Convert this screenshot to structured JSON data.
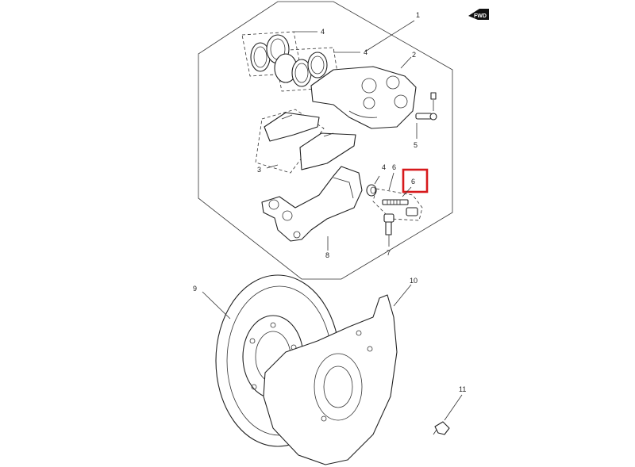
{
  "callouts": {
    "c1": "1",
    "c2": "2",
    "c3": "3",
    "c4a": "4",
    "c4b": "4",
    "c4c": "4",
    "c5": "5",
    "c6a": "6",
    "c6b": "6",
    "c7": "7",
    "c8": "8",
    "c9": "9",
    "c10": "10",
    "c11": "11"
  },
  "orientation_badge": "FWD",
  "highlight": {
    "target": "c6b",
    "color": "#d7191c"
  }
}
